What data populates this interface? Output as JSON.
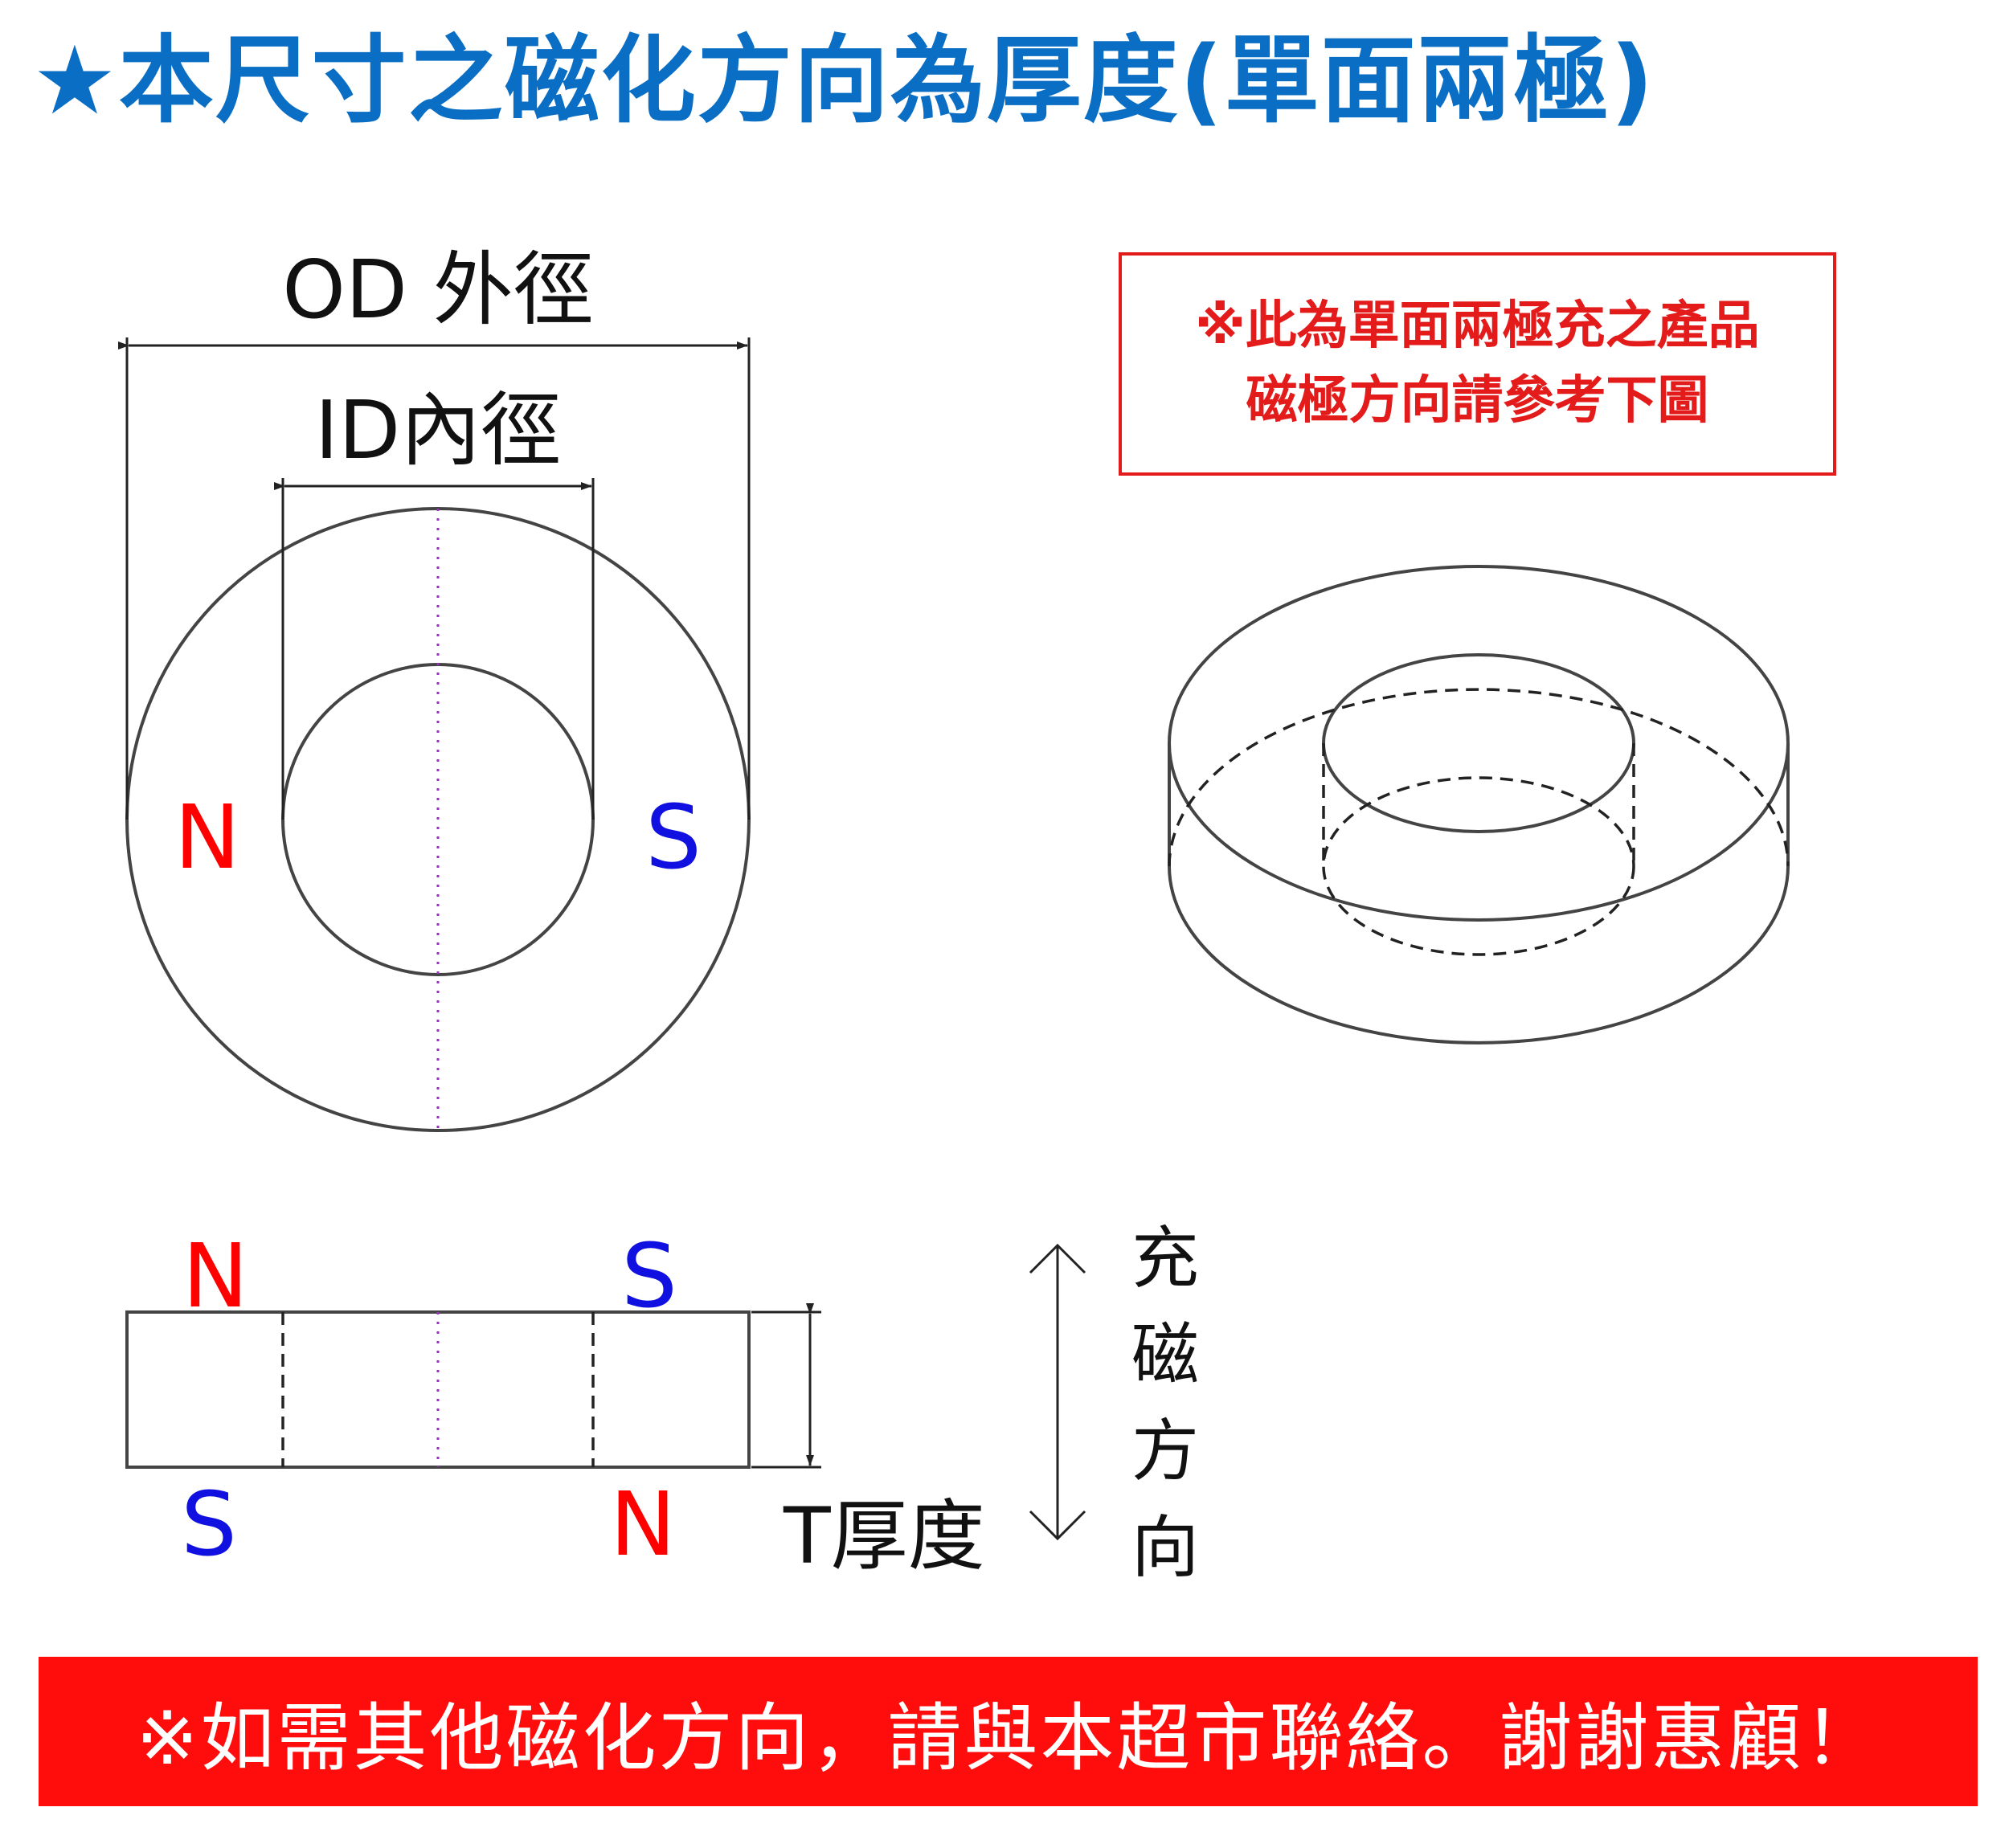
{
  "title": "★本尺寸之磁化方向為厚度(單面兩極)",
  "note": {
    "line1": "※此為單面兩極充之產品",
    "line2": "磁極方向請參考下圖"
  },
  "labels": {
    "od": "OD 外徑",
    "id": "ID內徑",
    "thickness": "T厚度",
    "direction": [
      "充",
      "磁",
      "方",
      "向"
    ]
  },
  "poles": {
    "top_left": "N",
    "top_right": "S",
    "side_top_left": "N",
    "side_top_right": "S",
    "side_bottom_left": "S",
    "side_bottom_right": "N"
  },
  "footer": "※如需其他磁化方向，請與本超市聯絡。謝謝惠顧！",
  "colors": {
    "title": "#0a6ec4",
    "north": "#ff0000",
    "south": "#1010e0",
    "note": "#e31b1b",
    "footer_bg": "#ff0d0d",
    "centerline": "#9b30c0"
  }
}
